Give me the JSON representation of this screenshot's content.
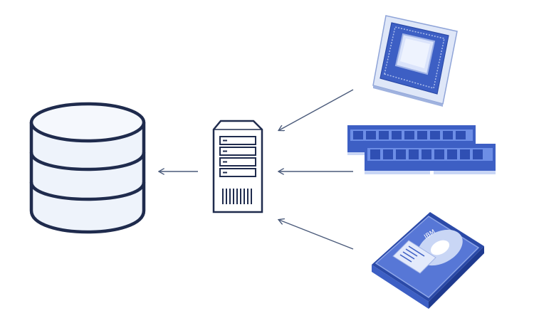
{
  "diagram": {
    "nodes": [
      {
        "id": "database",
        "icon": "database-icon"
      },
      {
        "id": "server",
        "icon": "server-tower-icon"
      },
      {
        "id": "cpu",
        "icon": "cpu-chip-icon"
      },
      {
        "id": "ram",
        "icon": "ram-modules-icon"
      },
      {
        "id": "hdd",
        "icon": "hard-drive-icon",
        "label_text": "IBM"
      }
    ],
    "edges": [
      {
        "from": "server",
        "to": "database"
      },
      {
        "from": "cpu",
        "to": "server"
      },
      {
        "from": "ram",
        "to": "server"
      },
      {
        "from": "hdd",
        "to": "server"
      }
    ]
  },
  "colors": {
    "outline": "#1f2b4d",
    "arrow": "#4a5a7a",
    "blue": "#3d5fc4",
    "blue_light": "#6d8ee6",
    "blue_pale": "#c9d6f5",
    "fill_pale": "#eef3fb"
  }
}
